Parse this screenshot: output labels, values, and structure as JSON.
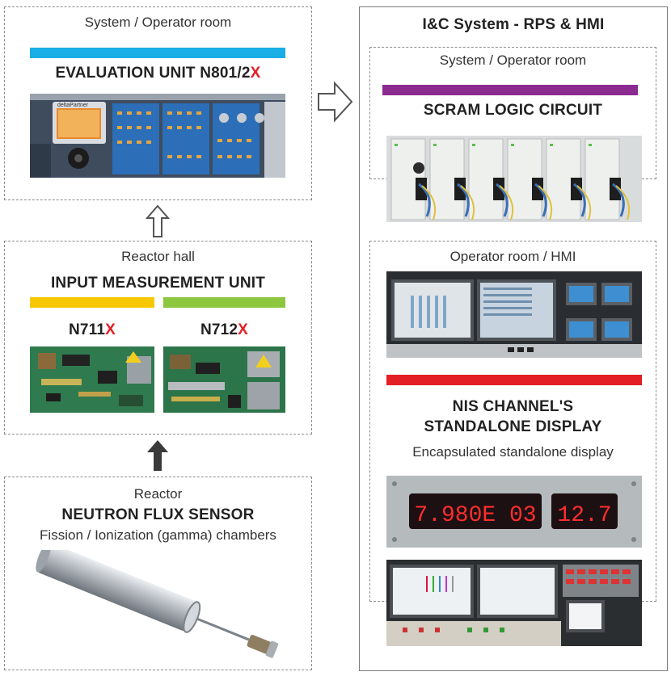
{
  "colors": {
    "blue": "#19aee6",
    "yellow": "#f7c800",
    "green": "#8dc63f",
    "purple": "#8b2a8f",
    "red": "#e31e24"
  },
  "evaluation": {
    "location": "System / Operator room",
    "title_main": "EVALUATION UNIT N801/2",
    "title_suffix": "X",
    "screen_brand": "deltaPartner"
  },
  "input": {
    "location": "Reactor hall",
    "title": "INPUT MEASUREMENT UNIT",
    "left_main": "N711",
    "left_suffix": "X",
    "right_main": "N712",
    "right_suffix": "X"
  },
  "sensor": {
    "location": "Reactor",
    "title": "NEUTRON FLUX SENSOR",
    "subtitle": "Fission / Ionization (gamma) chambers"
  },
  "ic": {
    "title": "I&C System - RPS & HMI",
    "scram_location": "System / Operator room",
    "scram_title": "SCRAM LOGIC CIRCUIT",
    "hmi_location": "Operator room / HMI",
    "nis_title_line1": "NIS CHANNEL'S",
    "nis_title_line2": "STANDALONE DISPLAY",
    "nis_subtitle": "Encapsulated standalone display",
    "display_value": "7.980E 03",
    "display_value2": "12.7"
  }
}
